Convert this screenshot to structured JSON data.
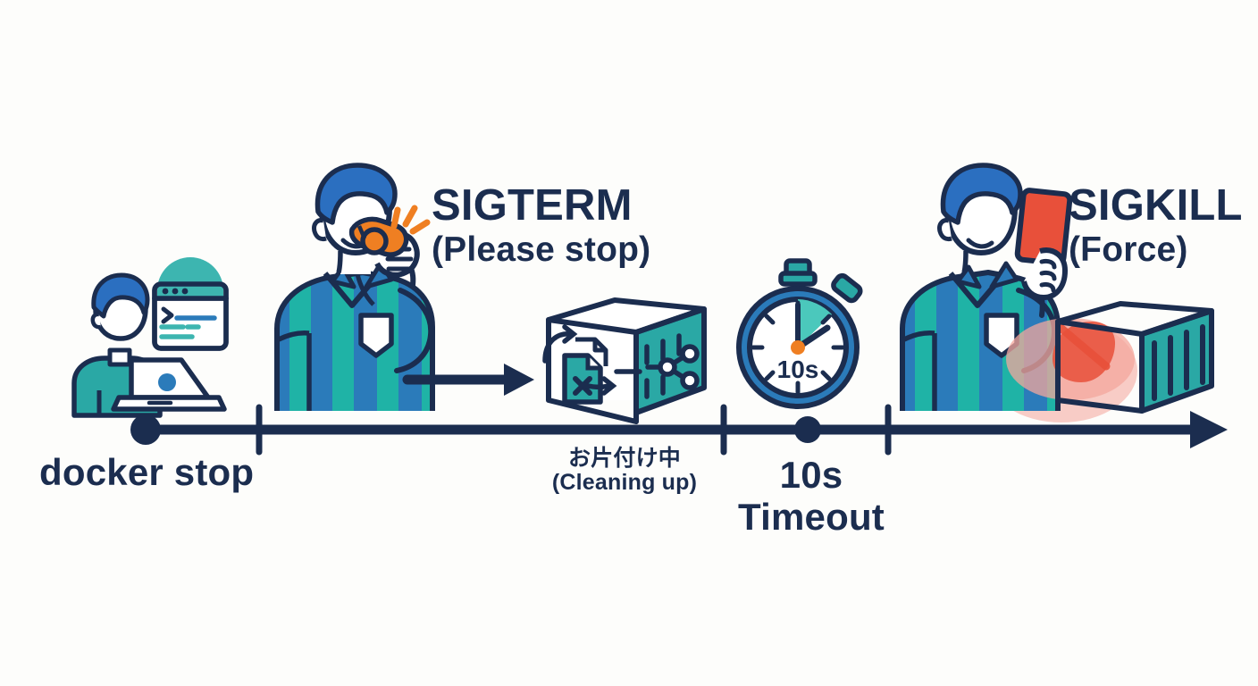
{
  "diagram": {
    "title_semantic": "docker-stop-sigterm-sigkill-timeline",
    "background_color": "#fdfdfb",
    "ink_color": "#1b2d4f",
    "teal_color": "#1fb3a6",
    "blue_color": "#2b7bba",
    "orange_color": "#ef7f22",
    "red_color": "#e8503a"
  },
  "labels": {
    "sigterm": {
      "line1": "SIGTERM",
      "line2": "(Please stop)"
    },
    "sigkill": {
      "line1": "SIGKILL",
      "line2": "(Force)"
    }
  },
  "timeline": {
    "name": "process-timeline",
    "events": [
      {
        "key": "docker_stop",
        "label": "docker stop",
        "marker": "dot"
      },
      {
        "key": "cleaning_up",
        "label_line1": "お片付け中",
        "label_line2": "(Cleaning up)",
        "marker": "tick"
      },
      {
        "key": "timeout",
        "label_line1": "10s",
        "label_line2": "Timeout",
        "marker": "dot"
      }
    ],
    "end": "arrow"
  },
  "illustrations": {
    "developer": {
      "name": "developer-at-laptop",
      "terminal_prompt": ">_"
    },
    "referee_whistle": {
      "name": "referee-blowing-whistle",
      "whistle": "orange-whistle"
    },
    "container_cleanup": {
      "name": "container-box-cleanup",
      "file_badge": "x"
    },
    "stopwatch": {
      "name": "stopwatch",
      "face_text": "10s"
    },
    "referee_red_card": {
      "name": "referee-showing-red-card",
      "card": "red-card"
    },
    "container_killed": {
      "name": "container-box-force-killed",
      "effect": "red-impact-splash"
    }
  },
  "arrows": {
    "sigterm_to_container": "arrow-right"
  }
}
